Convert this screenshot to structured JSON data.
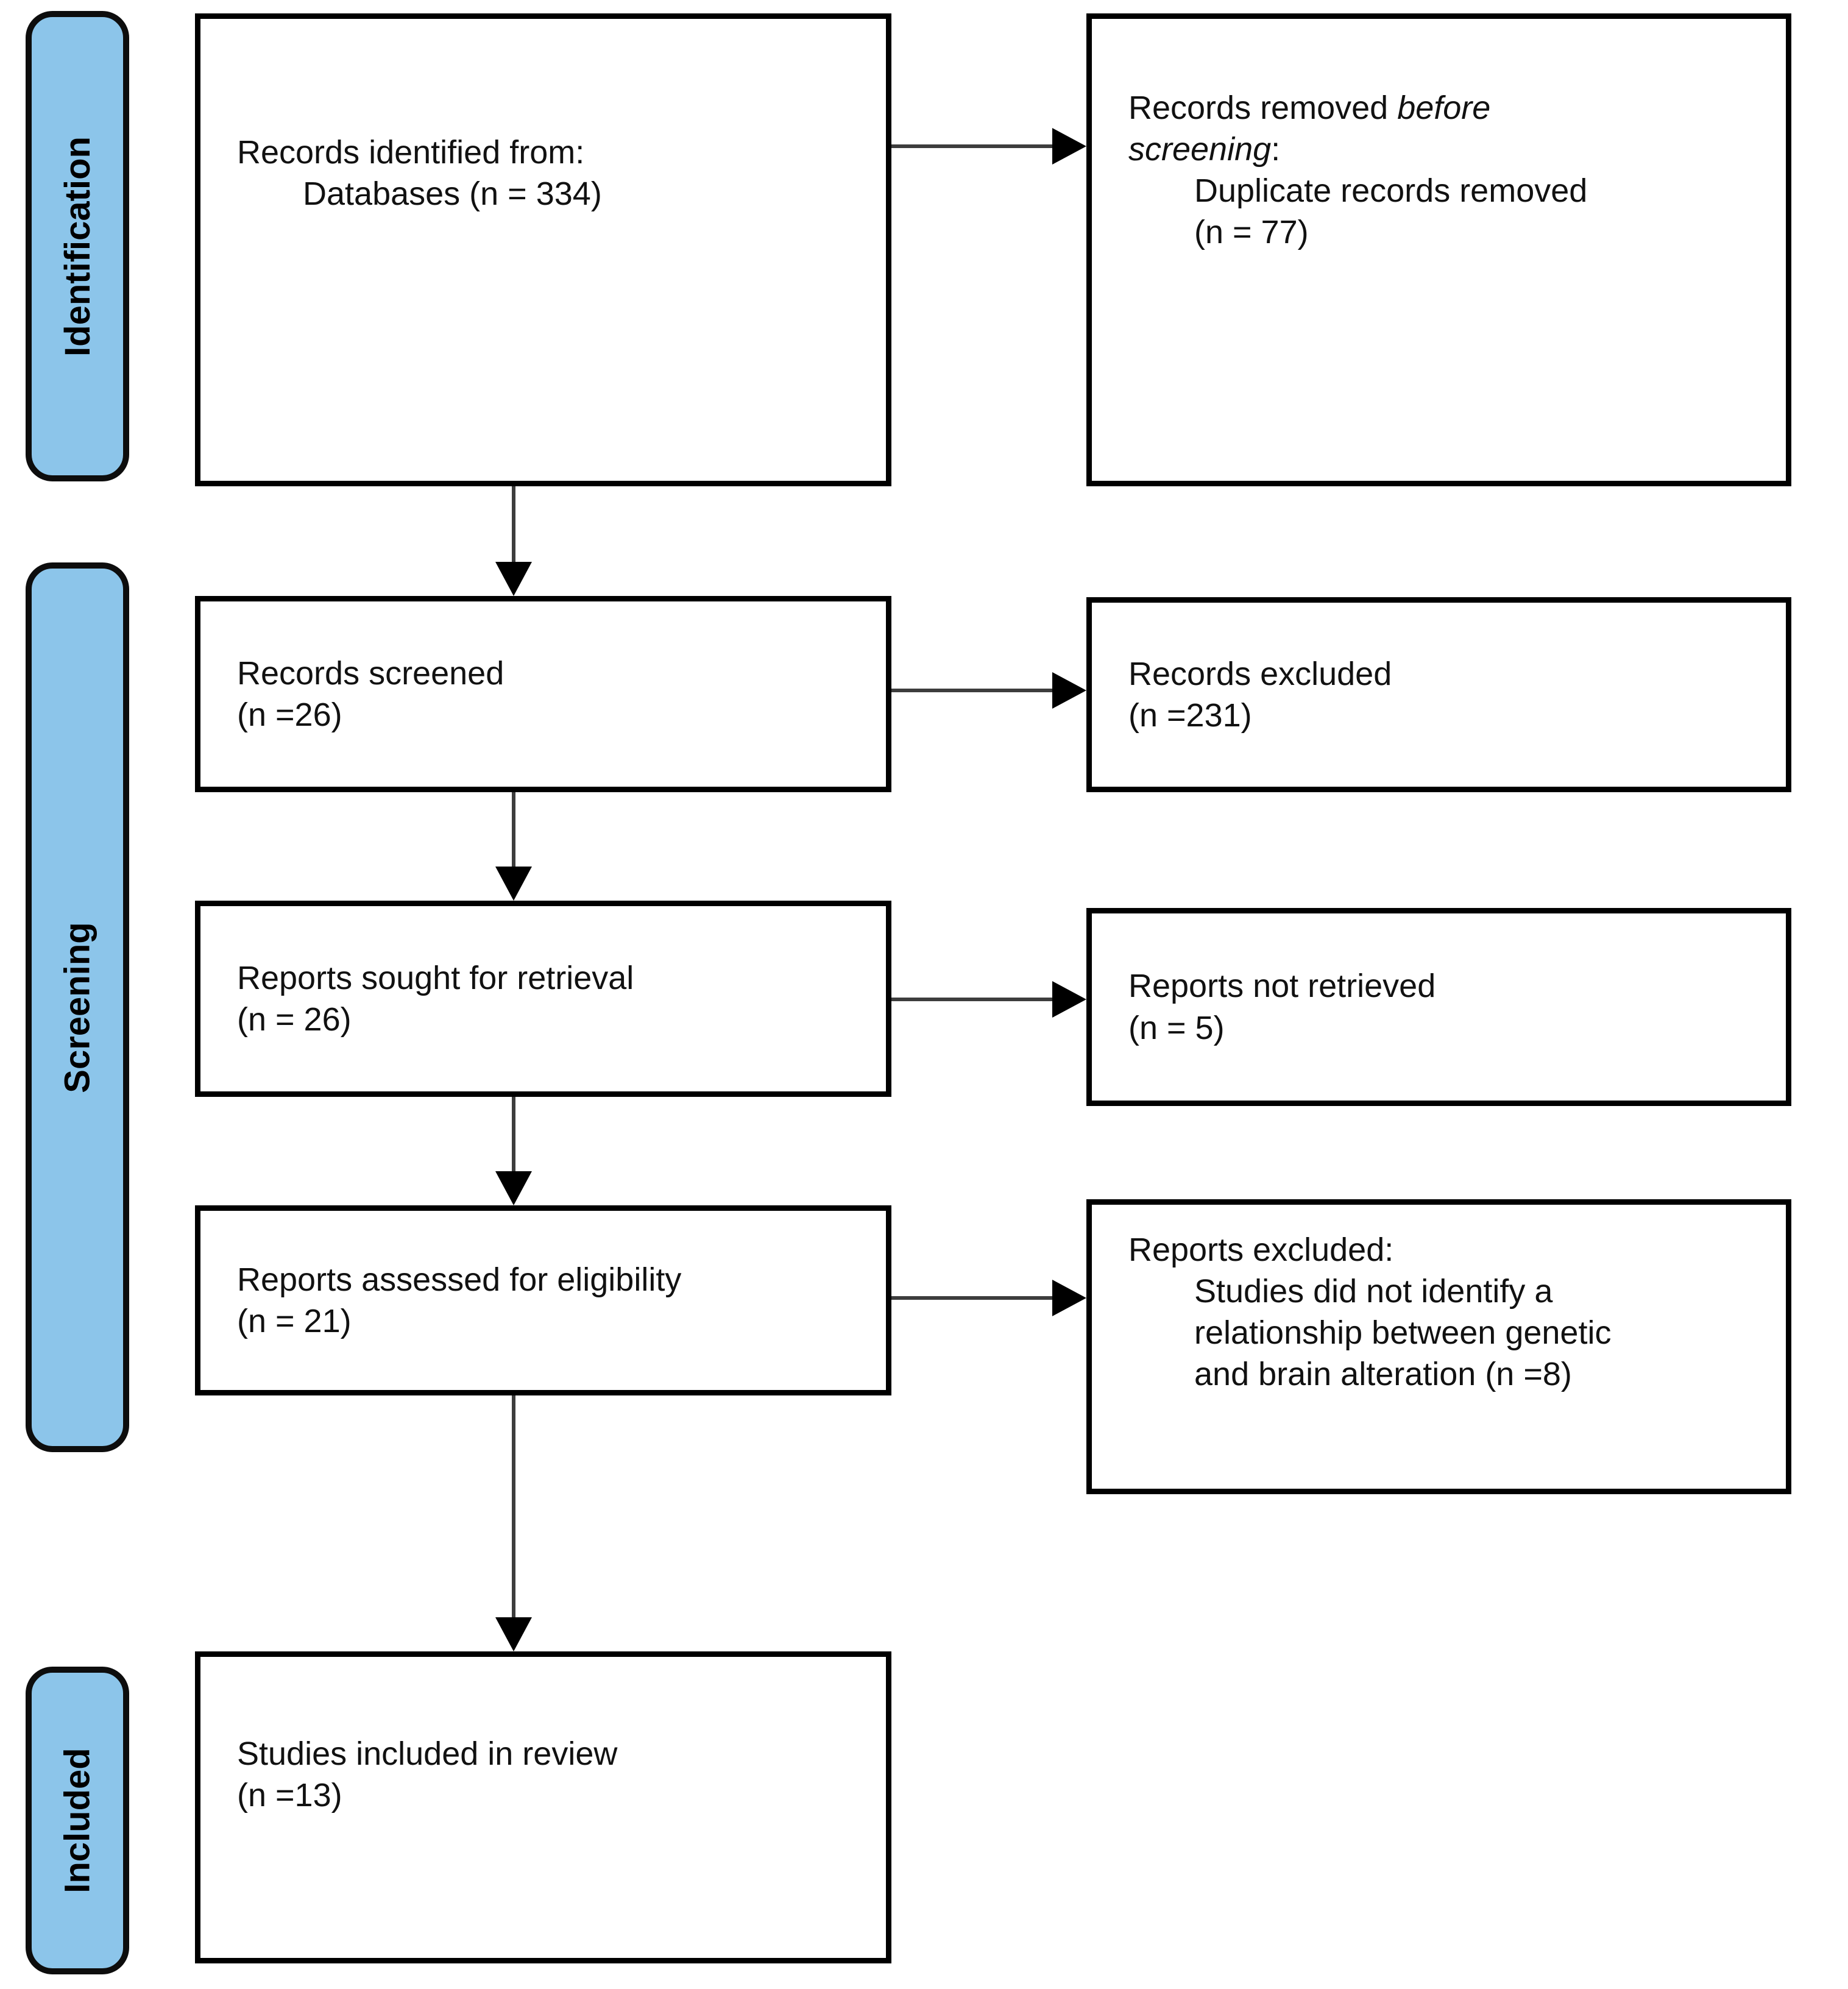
{
  "diagram_type": "prisma-flow",
  "accent_color": "#8CC5EA",
  "stages": {
    "identification": "Identification",
    "screening": "Screening",
    "included": "Included"
  },
  "boxes": {
    "records_identified": {
      "heading": "Records identified from:",
      "detail": "Databases (n = 334)"
    },
    "records_removed": {
      "prefix": "Records removed ",
      "emphasis": "before screening",
      "suffix": ":",
      "detail": "Duplicate records removed\n(n = 77)"
    },
    "records_screened": {
      "text": "Records screened\n(n =26)"
    },
    "records_excluded": {
      "text": "Records excluded\n(n =231)"
    },
    "reports_sought": {
      "text": "Reports sought for retrieval\n(n = 26)"
    },
    "reports_not_retrieved": {
      "text": "Reports not retrieved\n(n = 5)"
    },
    "reports_assessed": {
      "text": "Reports assessed for eligibility\n(n = 21)"
    },
    "reports_excluded": {
      "heading": "Reports excluded:",
      "detail": "Studies did not identify a\nrelationship between genetic\nand brain alteration (n =8)"
    },
    "studies_included": {
      "text": "Studies included in review\n(n =13)"
    }
  },
  "flow": [
    "records_identified -> records_removed",
    "records_identified -> records_screened",
    "records_screened -> records_excluded",
    "records_screened -> reports_sought",
    "reports_sought -> reports_not_retrieved",
    "reports_sought -> reports_assessed",
    "reports_assessed -> reports_excluded",
    "reports_assessed -> studies_included"
  ]
}
